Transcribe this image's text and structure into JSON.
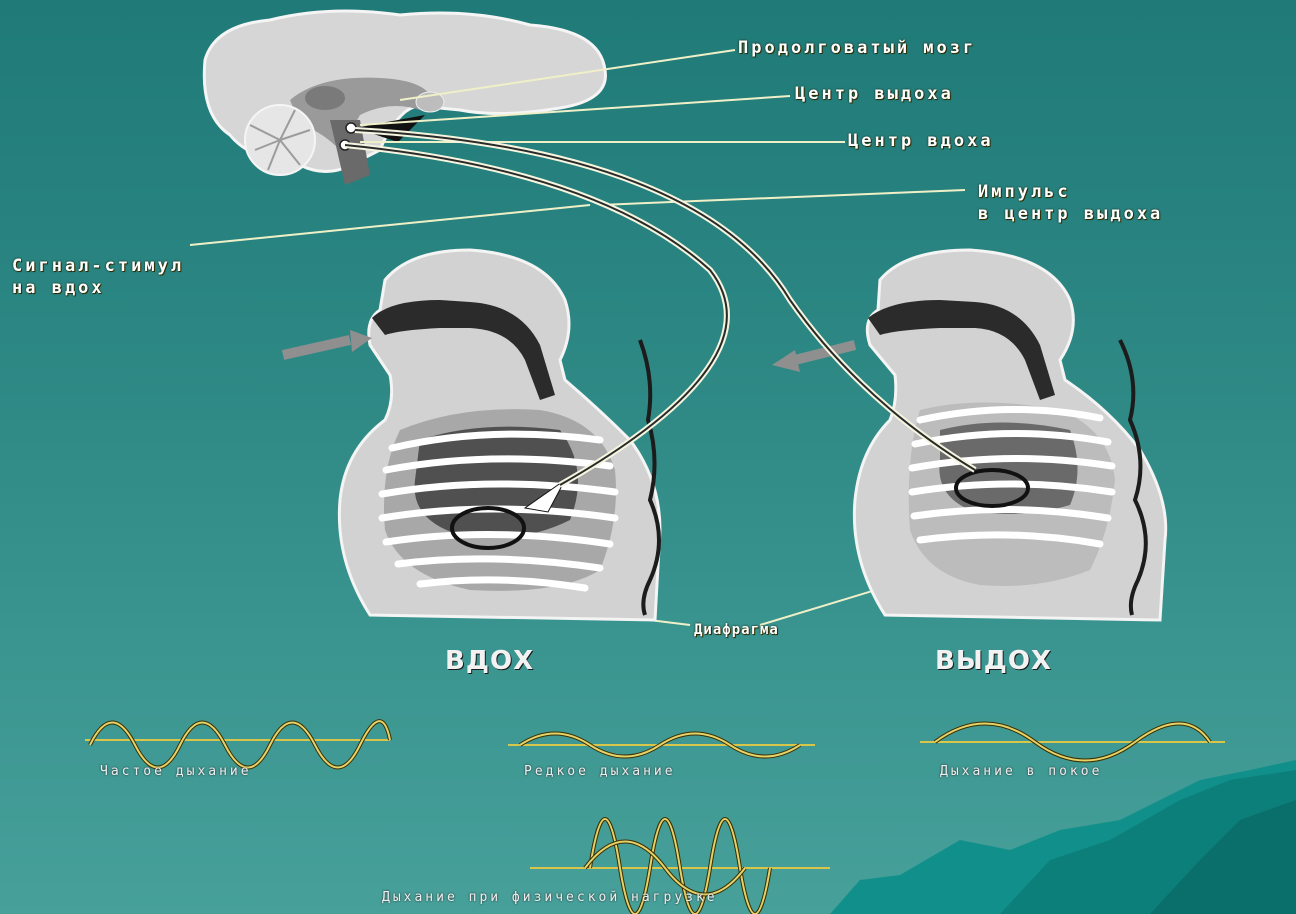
{
  "labels": {
    "medulla": "Продолговатый мозг",
    "exhale_center": "Центр выдоха",
    "inhale_center": "Центр вдоха",
    "impulse_line1": "Импульс",
    "impulse_line2": "в центр выдоха",
    "signal_line1": "Сигнал-стимул",
    "signal_line2": "на вдох",
    "diaphragm": "Диафрагма",
    "inhale": "ВДОХ",
    "exhale": "ВЫДОХ"
  },
  "waves": {
    "frequent": "Частое дыхание",
    "rare": "Редкое дыхание",
    "rest": "Дыхание в покое",
    "exercise": "Дыхание при физической нагрузке"
  },
  "colors": {
    "background_top": "#1f7a78",
    "background_bottom": "#47a09a",
    "wave_line": "#d8c64a",
    "body_fill": "#d4d4d4",
    "organ_dark": "#4a4a4a"
  }
}
